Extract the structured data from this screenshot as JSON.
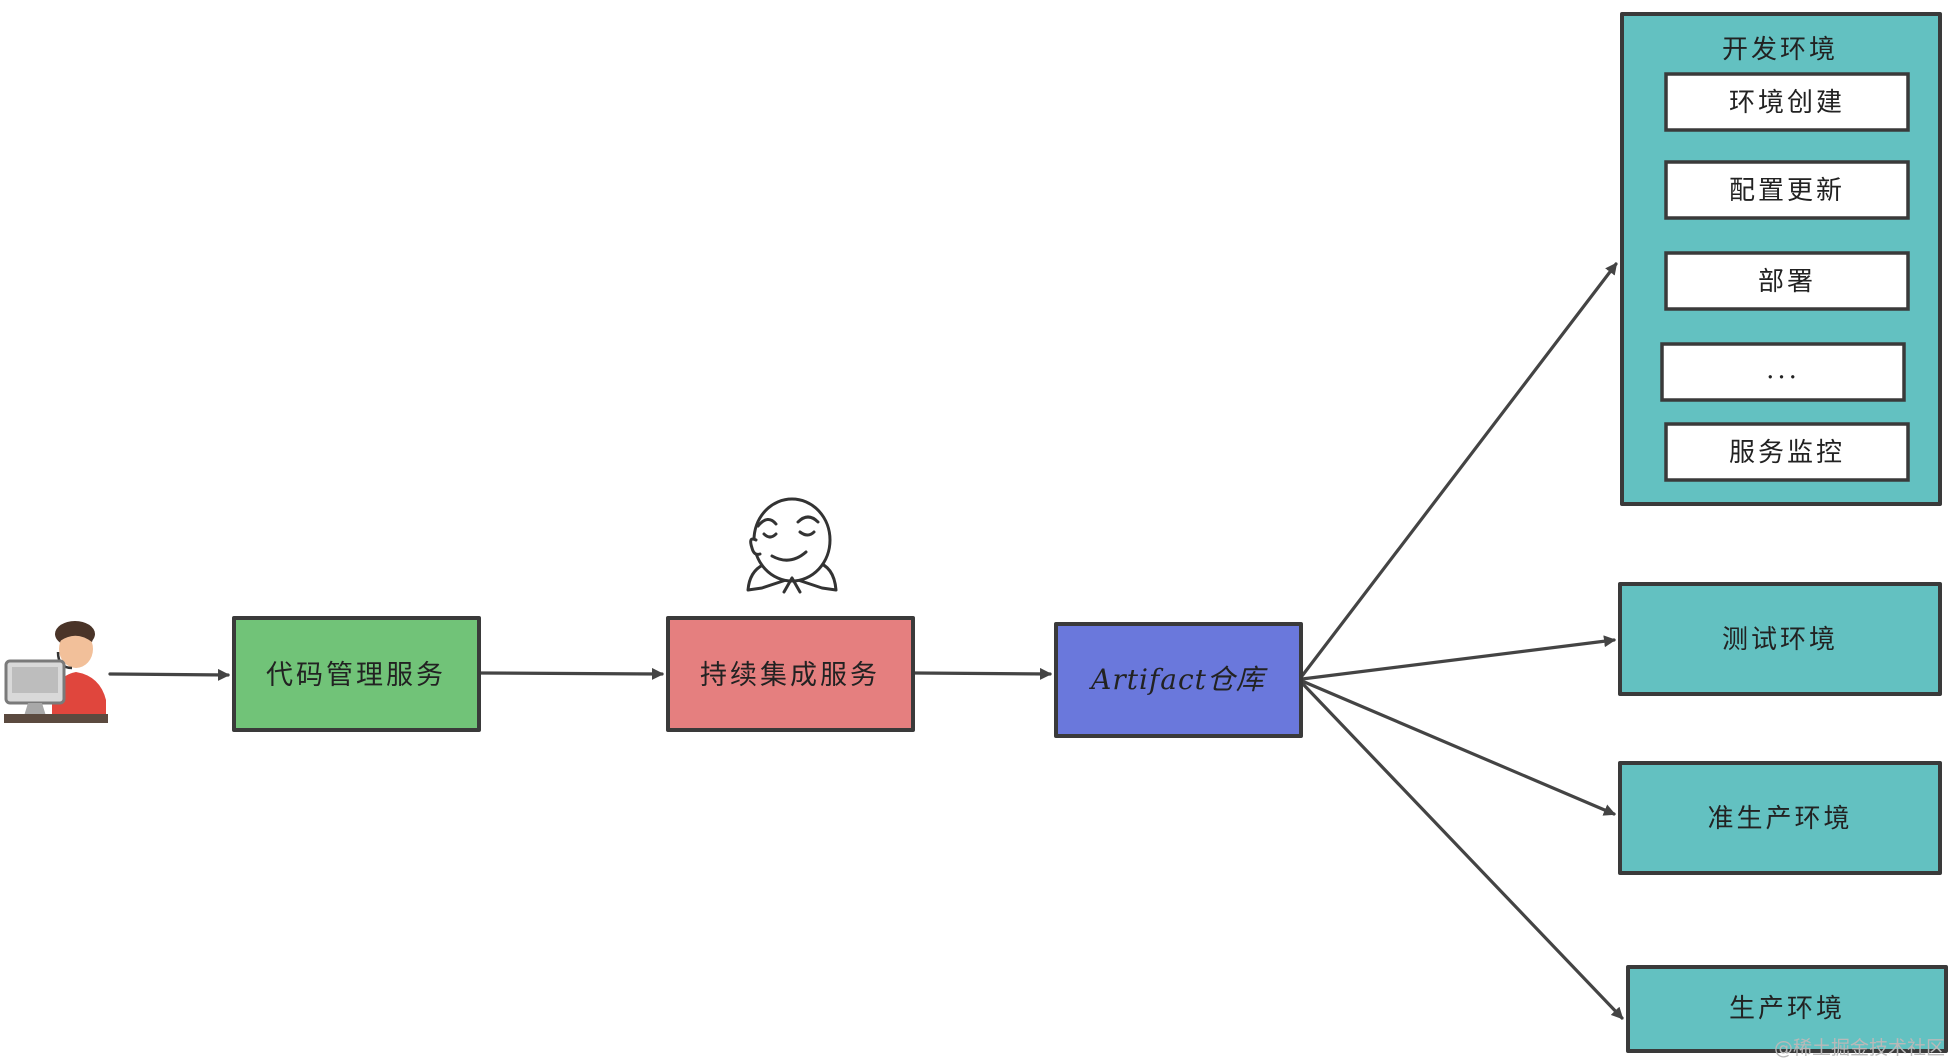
{
  "diagram": {
    "developer": {
      "icon": "developer-at-computer-icon"
    },
    "jenkins": {
      "icon": "jenkins-butler-icon"
    },
    "nodes": {
      "code_management": "代码管理服务",
      "ci_service": "持续集成服务",
      "artifact_repo": "Artifact仓库",
      "dev_env": {
        "title": "开发环境",
        "items": [
          "环境创建",
          "配置更新",
          "部署",
          "...",
          "服务监控"
        ]
      },
      "test_env": "测试环境",
      "staging_env": "准生产环境",
      "prod_env": "生产环境"
    },
    "colors": {
      "code_management": "#71c378",
      "ci_service": "#e57f7f",
      "artifact_repo": "#6a78dc",
      "environment": "#63c1c1",
      "sub_item": "#ffffff",
      "stroke": "#3a3a3a"
    },
    "watermark": "@稀土掘金技术社区"
  }
}
